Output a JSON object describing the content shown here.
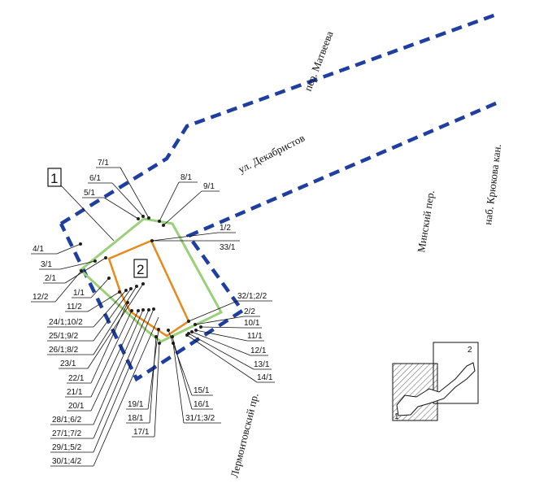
{
  "colors": {
    "boundary": "#1f3fa0",
    "zone1": "#9bd07a",
    "zone2": "#e88a1a",
    "ink": "#111111"
  },
  "streets": {
    "matveeva": "пер. Матвеева",
    "dekabristov": "ул. Декабристов",
    "minsky": "Минский пер.",
    "kryukova": "наб. Крюкова кан.",
    "lermontovsky": "Лермонтовский пр."
  },
  "zones": {
    "zone1_label": "1",
    "zone2_label": "2"
  },
  "inset": {
    "label1": "1",
    "label2": "2"
  },
  "points": [
    "7/1",
    "6/1",
    "5/1",
    "8/1",
    "9/1",
    "4/1",
    "3/1",
    "2/1",
    "12/2",
    "1/2",
    "33/1",
    "1/1",
    "11/2",
    "24/1;10/2",
    "25/1;9/2",
    "26/1;8/2",
    "23/1",
    "22/1",
    "21/1",
    "20/1",
    "28/1;6/2",
    "27/1;7/2",
    "29/1;5/2",
    "30/1;4/2",
    "19/1",
    "18/1",
    "17/1",
    "15/1",
    "16/1",
    "31/1;3/2",
    "32/1;2/2",
    "2/2",
    "10/1",
    "11/1",
    "12/1",
    "13/1",
    "14/1"
  ]
}
